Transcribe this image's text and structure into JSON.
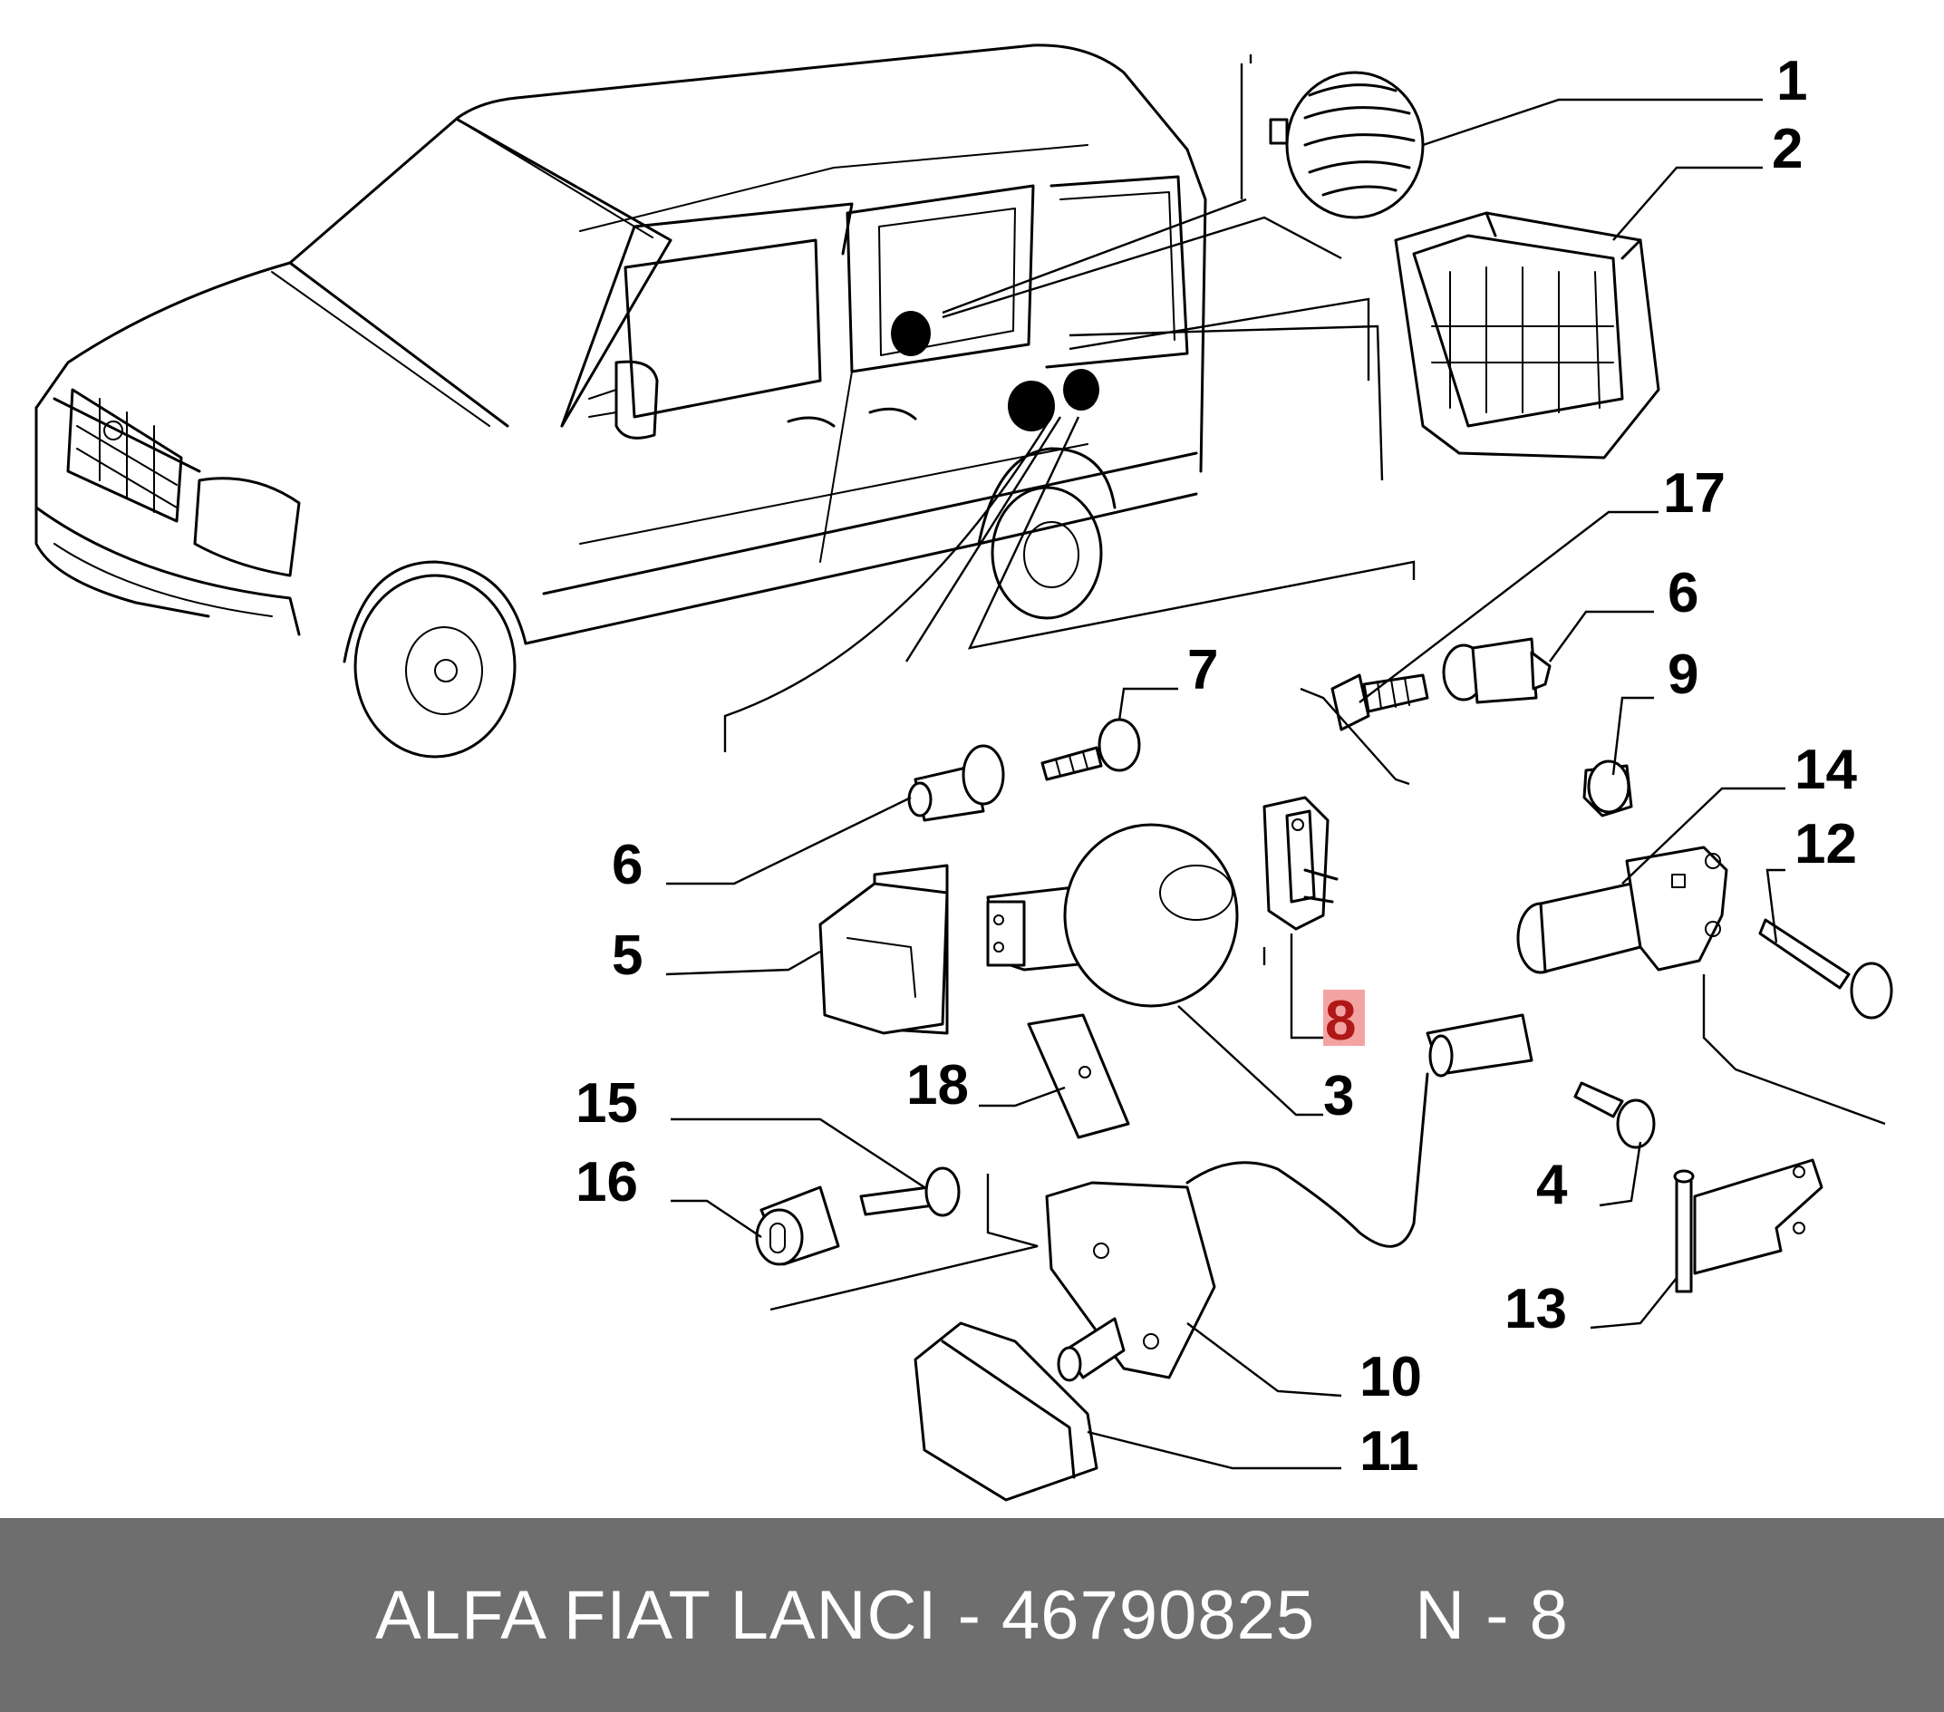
{
  "colors": {
    "footer_background": "#6e6e6e",
    "footer_text": "#ffffff",
    "highlight_fill": "#f4a3a3",
    "highlight_text": "#b01818",
    "line": "#000000"
  },
  "callouts": {
    "c1": "1",
    "c2": "2",
    "c3": "3",
    "c4": "4",
    "c5": "5",
    "c6a": "6",
    "c6b": "6",
    "c7": "7",
    "c8": "8",
    "c9": "9",
    "c10": "10",
    "c11": "11",
    "c12": "12",
    "c13": "13",
    "c14": "14",
    "c15": "15",
    "c16": "16",
    "c17": "17",
    "c18": "18"
  },
  "highlighted_callout": "8",
  "footer": {
    "brand_part": "ALFA FIAT LANCI - 46790825",
    "position_label": "N - 8"
  }
}
